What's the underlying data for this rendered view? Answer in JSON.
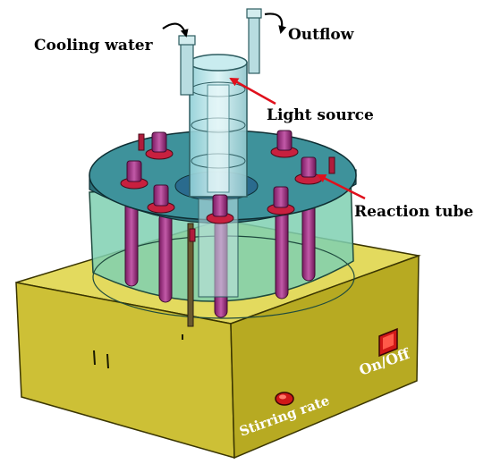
{
  "labels": {
    "cooling_water": "Cooling water",
    "outflow": "Outflow",
    "light_source": "Light source",
    "reaction_tube": "Reaction tube",
    "on_off": "On/Off",
    "stirring_rate": "Stirring rate"
  },
  "colors": {
    "base_front": "#d4c83a",
    "base_top": "#e2d95c",
    "base_side": "#a89c1c",
    "disk": "#3a8e97",
    "shield": "#7fd1b3",
    "lamp_glass": "#b9e3e8",
    "tube_cap": "#d02048",
    "tube_body": "#a8398a",
    "arrow_red": "#e0101c",
    "switch_red": "#d01818"
  }
}
